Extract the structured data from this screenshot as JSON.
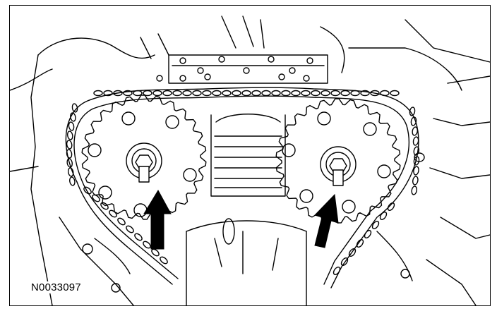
{
  "figure": {
    "id_label": "N0033097"
  },
  "callouts": [
    {
      "name": "left-camshaft-bolt-arrow"
    },
    {
      "name": "right-camshaft-bolt-arrow"
    }
  ],
  "colors": {
    "line": "#000000",
    "background": "#ffffff"
  }
}
